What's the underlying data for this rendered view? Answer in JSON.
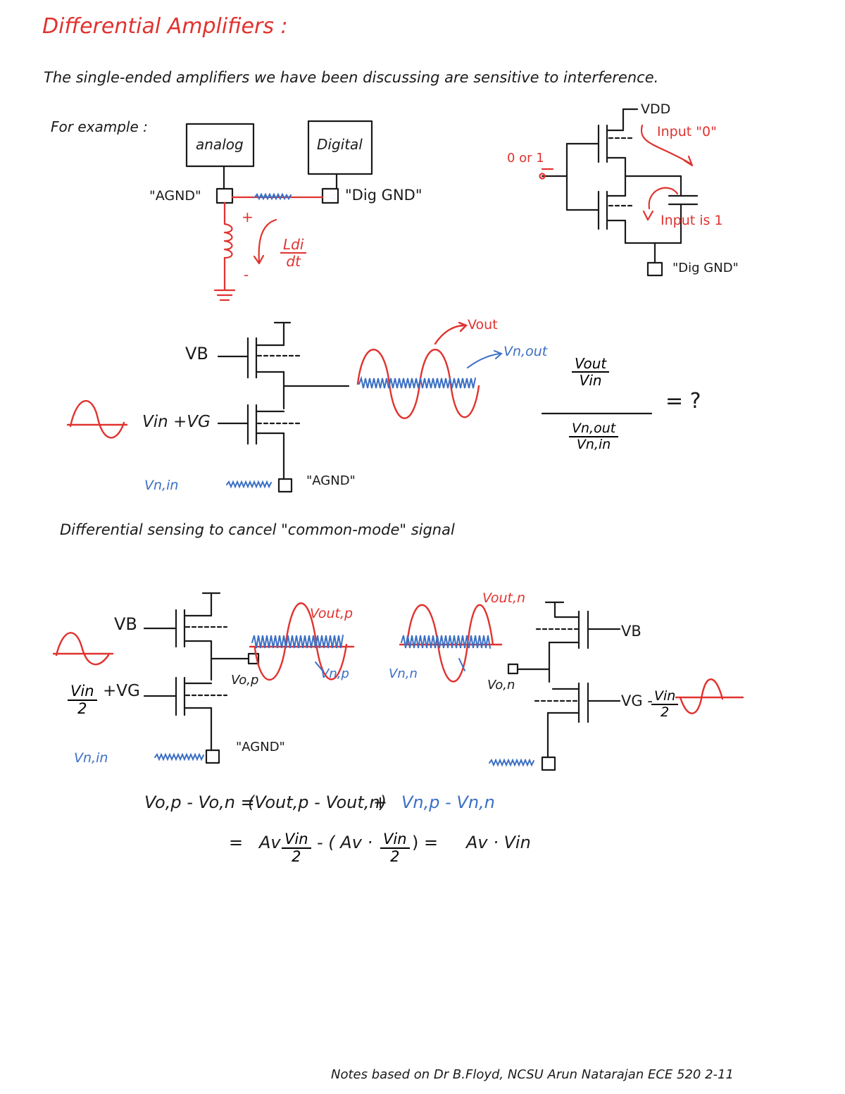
{
  "colors": {
    "ink": "#1a1a1a",
    "red": "#e0332f",
    "blue": "#3b6fc4"
  },
  "title": "Differential Amplifiers :",
  "intro": "The single-ended amplifiers we have been discussing are sensitive to interference.",
  "for_example": "For example :",
  "fig1": {
    "analog_box": "analog",
    "digital_box": "Digital",
    "agnd": "\"AGND\"",
    "diggnd": "\"Dig GND\"",
    "plus": "+",
    "minus": "-",
    "ldi": "Ldi",
    "dt": "dt"
  },
  "fig2": {
    "vdd": "VDD",
    "input_0": "Input \"0\"",
    "zero_or_one": "0 or 1",
    "input_is_1": "Input is 1",
    "diggnd": "\"Dig GND\""
  },
  "fig3": {
    "vb": "VB",
    "vin_vg": "Vin +VG",
    "vn_in": "Vn,in",
    "agnd": "\"AGND\"",
    "vout": "Vout",
    "vn_out": "Vn,out",
    "ratio_top_num": "Vout",
    "ratio_top_den": "Vin",
    "ratio_bot_num": "Vn,out",
    "ratio_bot_den": "Vn,in",
    "equals_q": "= ?"
  },
  "diff_sensing": "Differential sensing to cancel \"common-mode\" signal",
  "fig4": {
    "vb_left": "VB",
    "vin_num": "Vin",
    "vin_den": "2",
    "plus_vg": "+VG",
    "vn_in": "Vn,in",
    "agnd": "\"AGND\"",
    "vo_p": "Vo,p",
    "vout_p": "Vout,p",
    "vn_p": "Vn,p",
    "vout_n": "Vout,n",
    "vn_n": "Vn,n",
    "vo_n": "Vo,n",
    "vb_right": "VB",
    "vg_minus": "VG -",
    "vin_r_num": "Vin",
    "vin_r_den": "2"
  },
  "eq1": {
    "lhs": "Vo,p - Vo,n =",
    "mid": "(Vout,p - Vout,n)",
    "plus": "+",
    "noise": "Vn,p - Vn,n"
  },
  "eq2": {
    "eq": "=",
    "av1": "Av",
    "vin1_num": "Vin",
    "vin1_den": "2",
    "minus_open": "- ( Av ·",
    "vin2_num": "Vin",
    "vin2_den": "2",
    "close_eq": ")  =",
    "result": "Av · Vin"
  },
  "footer": "Notes based on Dr B.Floyd, NCSU    Arun Natarajan  ECE 520  2-11"
}
